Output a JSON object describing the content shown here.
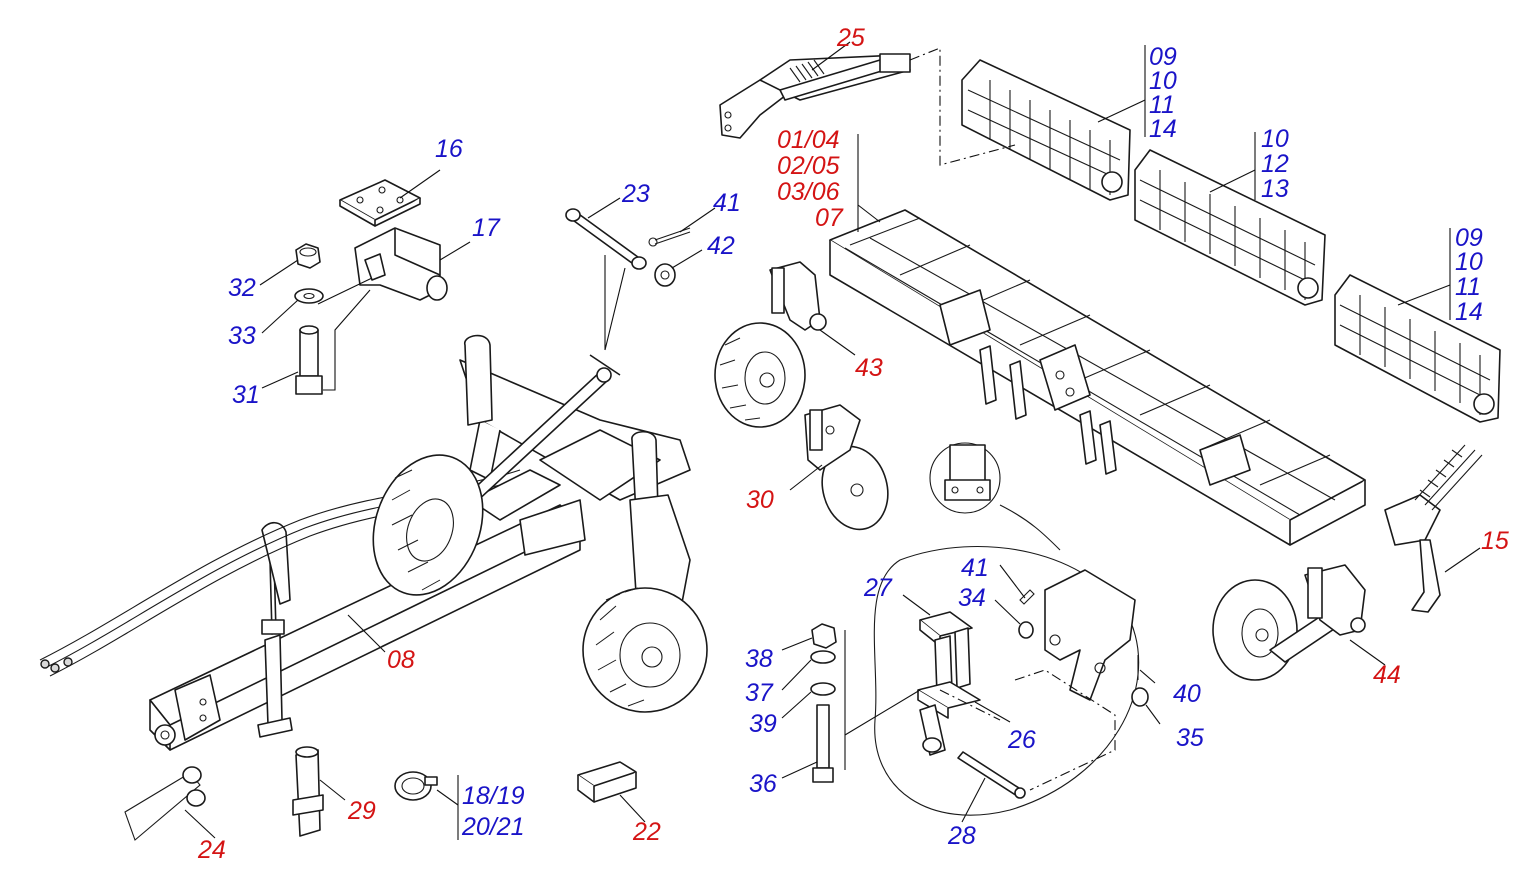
{
  "colors": {
    "red_label": "#d41414",
    "blue_label": "#1a14c8",
    "line": "#1a1a1a"
  },
  "labels": {
    "l25": "25",
    "l09a": "09",
    "l10a": "10",
    "l11a": "11",
    "l14a": "14",
    "l0104": "01/04",
    "l0205": "02/05",
    "l0306": "03/06",
    "l07": "07",
    "l10b": "10",
    "l12": "12",
    "l13": "13",
    "l09c": "09",
    "l10c": "10",
    "l11c": "11",
    "l14c": "14",
    "l16": "16",
    "l17": "17",
    "l32": "32",
    "l33": "33",
    "l31": "31",
    "l23": "23",
    "l41a": "41",
    "l42": "42",
    "l43": "43",
    "l30": "30",
    "l15": "15",
    "l44": "44",
    "l08": "08",
    "l27": "27",
    "l41b": "41",
    "l34": "34",
    "l38": "38",
    "l37": "37",
    "l39": "39",
    "l36": "36",
    "l26": "26",
    "l40": "40",
    "l35": "35",
    "l28": "28",
    "l24": "24",
    "l29": "29",
    "l1819": "18/19",
    "l2021": "20/21",
    "l22": "22"
  }
}
